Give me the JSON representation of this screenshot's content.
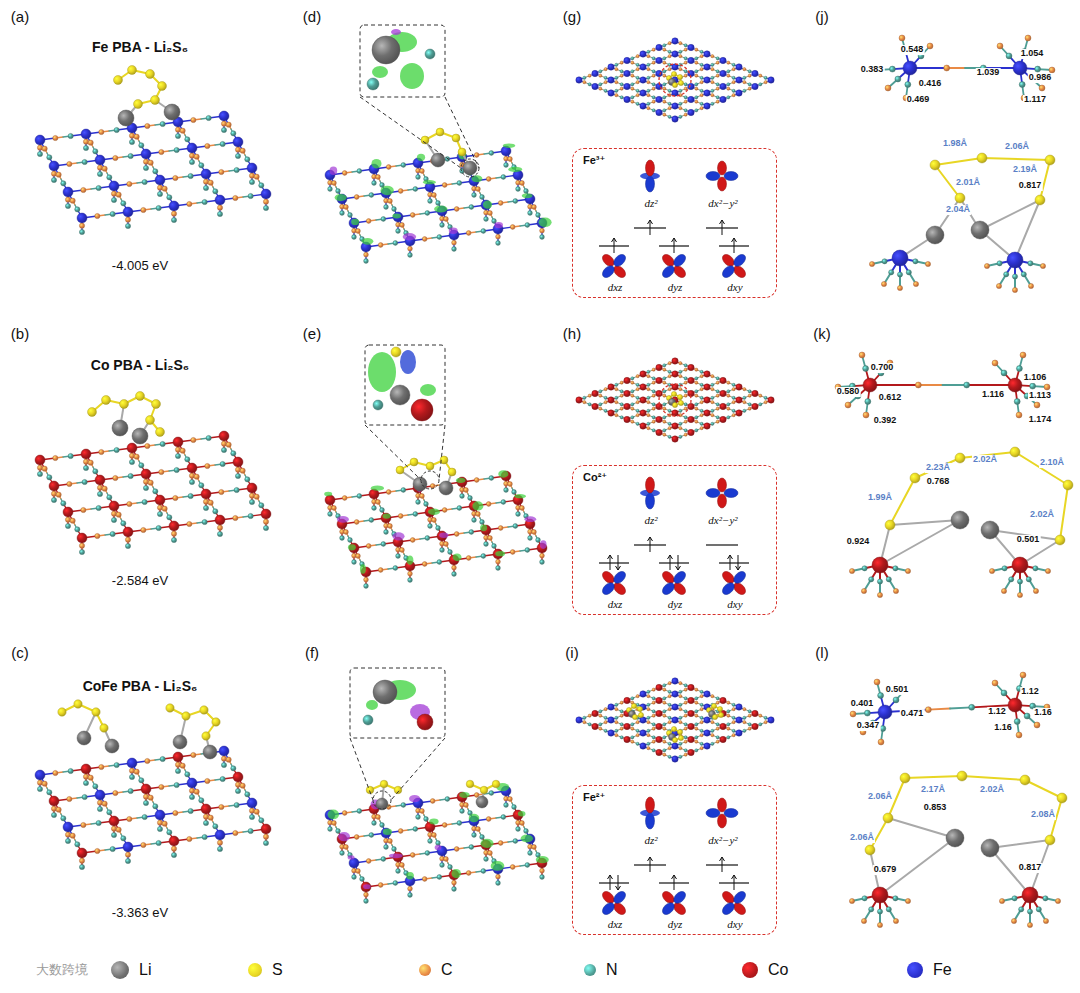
{
  "diagram": {
    "nodes": [
      {
        "text": [
          "Fe³⁺",
          "dz²",
          "dx²−y²",
          "dxz",
          "dyz",
          "dxy"
        ]
      },
      {
        "text": [
          "Co²⁺",
          "dz²",
          "dx²−y²",
          "dxz",
          "dyz",
          "dxy"
        ]
      },
      {
        "text": [
          "Fe²⁺",
          "dz²",
          "dx²−y²",
          "dxz",
          "dyz",
          "dxy"
        ]
      }
    ],
    "labels": [
      "(a)",
      "Fe PBA - Li₂S₆",
      "-4.005 eV",
      "(d)",
      "(g)",
      "(j)",
      "0.383",
      "0.548",
      "0.416",
      "0.469",
      "1.039",
      "1.054",
      "0.986",
      "1.117",
      "1.98Å",
      "2.06Å",
      "2.01Å",
      "2.19Å",
      "0.817",
      "2.04Å",
      "(b)",
      "Co PBA - Li₂S₆",
      "-2.584 eV",
      "(e)",
      "(h)",
      "(k)",
      "0.700",
      "0.580",
      "0.612",
      "0.392",
      "1.116",
      "1.106",
      "1.113",
      "1.174",
      "2.23Å",
      "2.02Å",
      "2.10Å",
      "0.768",
      "1.99Å",
      "2.02Å",
      "0.924",
      "0.501",
      "(c)",
      "CoFe PBA - Li₂S₆",
      "-3.363 eV",
      "(f)",
      "(i)",
      "(l)",
      "0.401",
      "0.501",
      "0.347",
      "0.471",
      "1.12",
      "1.12",
      "1.16",
      "1.16",
      "2.06Å",
      "2.17Å",
      "2.02Å",
      "0.853",
      "2.06Å",
      "2.08Å",
      "0.679",
      "0.817",
      "大数跨境"
    ],
    "legend": [
      {
        "text": "Li",
        "color": "#6f6f6f"
      },
      {
        "text": "S",
        "color": "#e8d624"
      },
      {
        "text": "C",
        "color": "#e98a45"
      },
      {
        "text": "N",
        "color": "#4f9e95"
      },
      {
        "text": "Co",
        "color": "#b3191c"
      },
      {
        "text": "Fe",
        "color": "#2b31cf"
      }
    ]
  }
}
